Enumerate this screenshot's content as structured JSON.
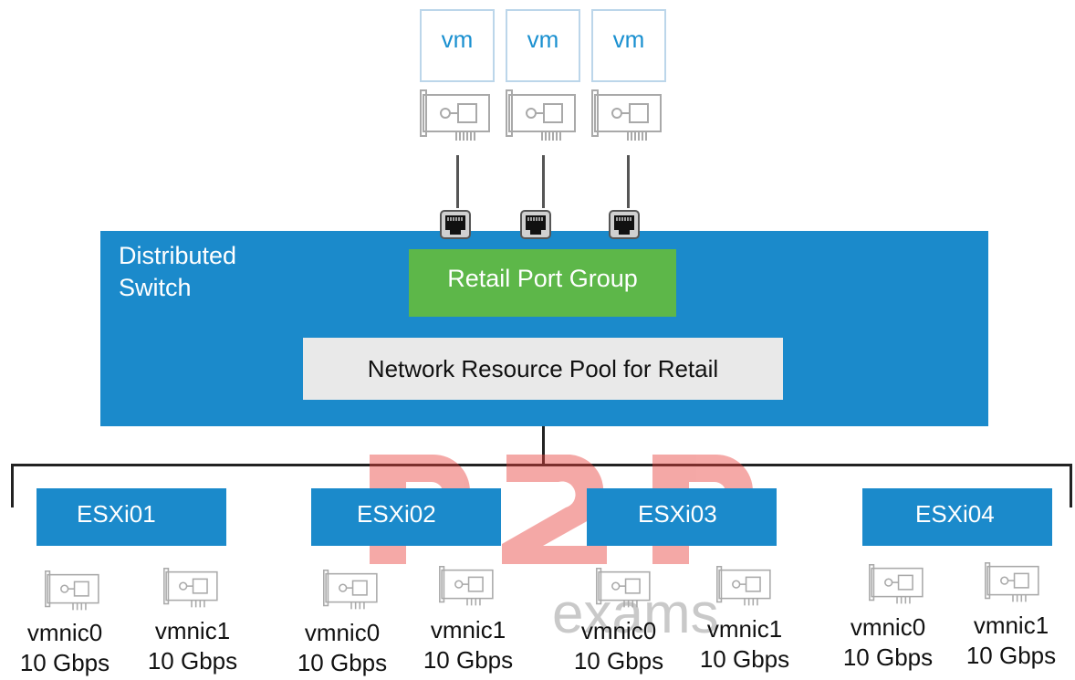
{
  "vms": [
    {
      "label": "vm"
    },
    {
      "label": "vm"
    },
    {
      "label": "vm"
    }
  ],
  "switch": {
    "title_line1": "Distributed",
    "title_line2": "Switch",
    "port_group": "Retail Port Group",
    "resource_pool": "Network Resource Pool for Retail"
  },
  "hosts": [
    {
      "name": "ESXi01",
      "nics": [
        {
          "name": "vmnic0",
          "speed": "10 Gbps"
        },
        {
          "name": "vmnic1",
          "speed": "10 Gbps"
        }
      ]
    },
    {
      "name": "ESXi02",
      "nics": [
        {
          "name": "vmnic0",
          "speed": "10 Gbps"
        },
        {
          "name": "vmnic1",
          "speed": "10 Gbps"
        }
      ]
    },
    {
      "name": "ESXi03",
      "nics": [
        {
          "name": "vmnic0",
          "speed": "10 Gbps"
        },
        {
          "name": "vmnic1",
          "speed": "10 Gbps"
        }
      ]
    },
    {
      "name": "ESXi04",
      "nics": [
        {
          "name": "vmnic0",
          "speed": "10 Gbps"
        },
        {
          "name": "vmnic1",
          "speed": "10 Gbps"
        }
      ]
    }
  ],
  "watermark": {
    "logo": "P2P",
    "sub": "exams"
  },
  "colors": {
    "switch": "#1b8acb",
    "port_group": "#5db749",
    "pool": "#e9e9e9",
    "vm_text": "#1a90d0"
  }
}
